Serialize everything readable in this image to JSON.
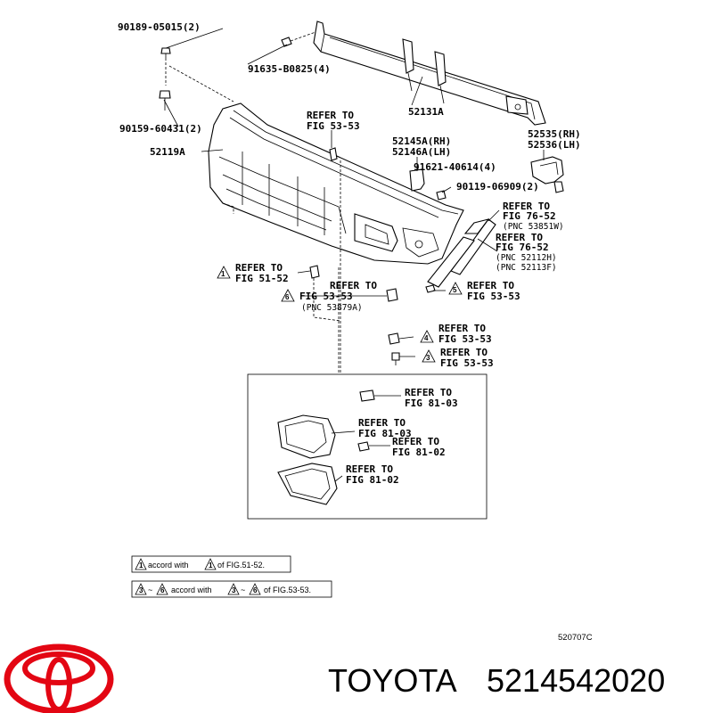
{
  "parts": {
    "p1": "90189-05015(2)",
    "p2": "91635-B0825(4)",
    "p3": "52131A",
    "p4": "90159-60431(2)",
    "p5": "52119A",
    "p6a": "52145A(RH)",
    "p6b": "52146A(LH)",
    "p7a": "52535(RH)",
    "p7b": "52536(LH)",
    "p8": "91621-40614(4)",
    "p9": "90119-06909(2)"
  },
  "refs": {
    "r1": [
      "REFER TO",
      "FIG 53-53"
    ],
    "r2": [
      "REFER TO",
      "FIG 76-52",
      "(PNC 53851W)"
    ],
    "r3": [
      "REFER TO",
      "FIG 76-52",
      "(PNC 52112H)",
      "(PNC 52113F)"
    ],
    "r4": [
      "REFER TO",
      "FIG 51-52"
    ],
    "r5": [
      "REFER TO",
      "FIG 53-53",
      "(PNC 53879A)"
    ],
    "r6": [
      "REFER TO",
      "FIG 53-53"
    ],
    "r7": [
      "REFER TO",
      "FIG 53-53"
    ],
    "r8": [
      "REFER TO",
      "FIG 53-53"
    ],
    "r9": [
      "REFER TO",
      "FIG 81-03"
    ],
    "r10": [
      "REFER TO",
      "FIG 81-03"
    ],
    "r11": [
      "REFER TO",
      "FIG 81-02"
    ],
    "r12": [
      "REFER TO",
      "FIG 81-02"
    ]
  },
  "triangles": {
    "t1": "1",
    "t2": "6",
    "t3": "5",
    "t4": "4",
    "t5": "3"
  },
  "legend": {
    "line1": {
      "tri": "1",
      "pre": "accord with",
      "tri2": "1",
      "post": "of FIG.51-52."
    },
    "line2": {
      "triA": "3",
      "dash": "~",
      "triB": "6",
      "pre": "accord with",
      "triC": "3",
      "dash2": "~",
      "triD": "6",
      "post": "of FIG.53-53."
    }
  },
  "diagram_code": "520707C",
  "brand": {
    "name": "TOYOTA",
    "part_number": "5214542020",
    "logo_color": "#e30613"
  }
}
